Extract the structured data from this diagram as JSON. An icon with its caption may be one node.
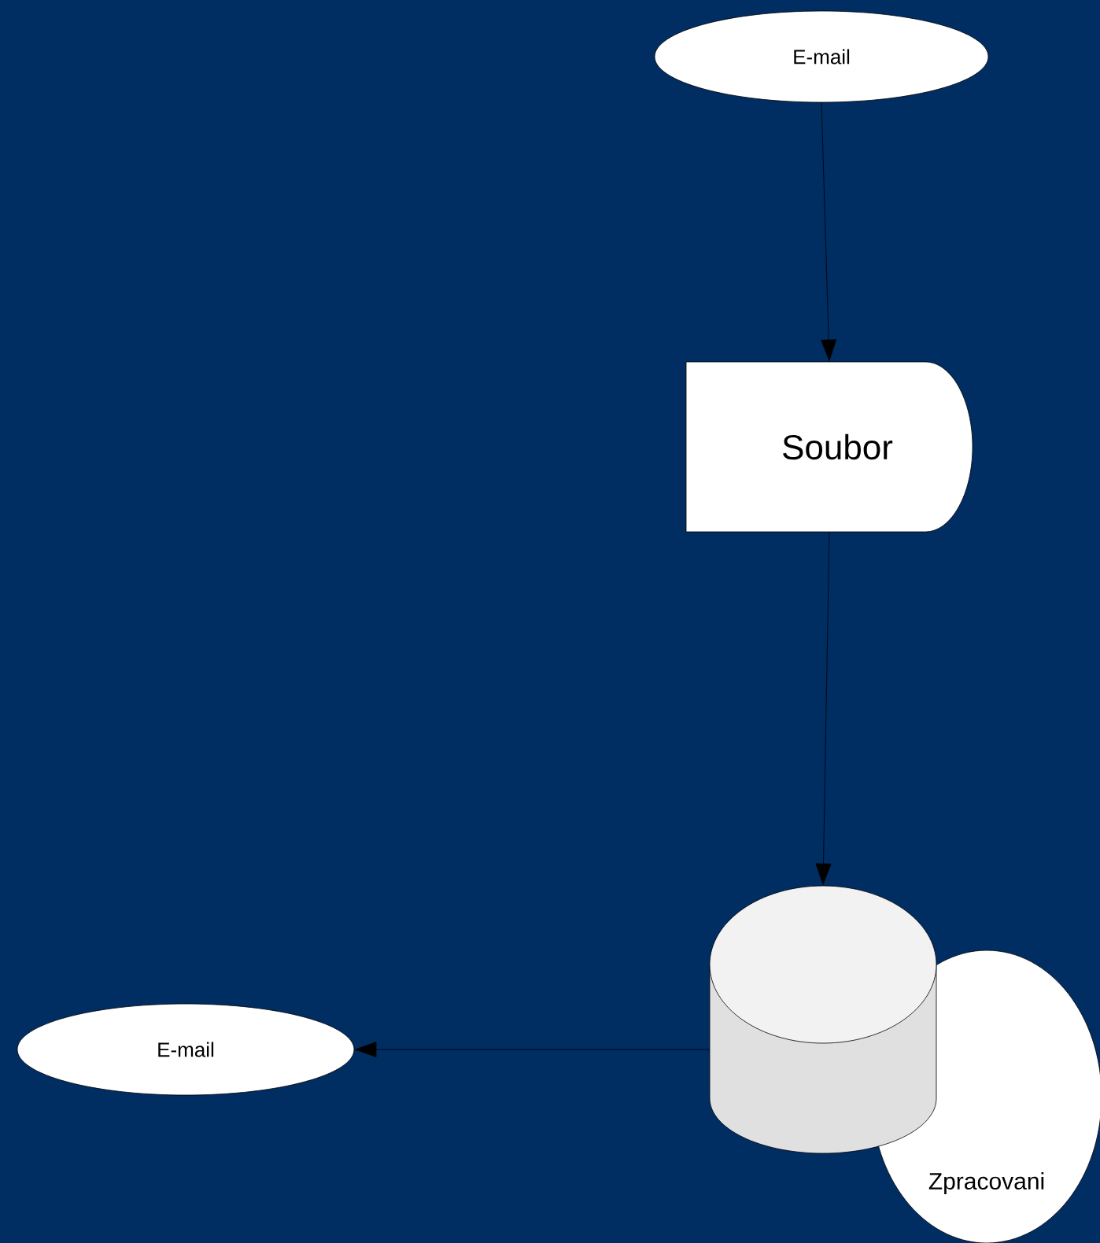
{
  "diagram": {
    "nodes": [
      {
        "text": [
          "E-mail"
        ]
      },
      {
        "text": [
          "Soubor"
        ]
      },
      {
        "text": [],
        "shape": "cylinder"
      },
      {
        "text": [
          "Zpracovani"
        ]
      },
      {
        "text": [
          "E-mail"
        ]
      }
    ],
    "edges": [
      {
        "from": 0,
        "to": 1,
        "arrow": "to"
      },
      {
        "from": 1,
        "to": 2,
        "arrow": "to"
      },
      {
        "from": 2,
        "to": 4,
        "arrow": "to"
      }
    ]
  }
}
